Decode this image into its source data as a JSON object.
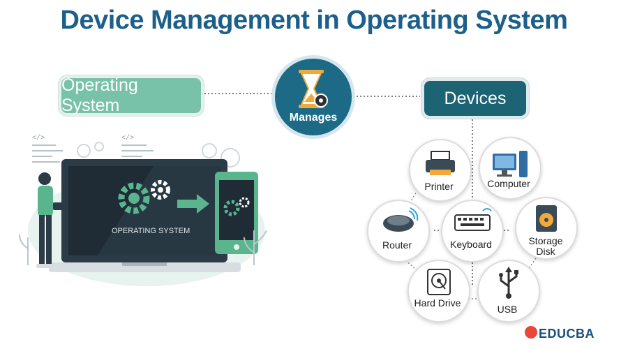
{
  "title": "Device Management in Operating System",
  "left_pill": {
    "label": "Operating System"
  },
  "center": {
    "label": "Manages"
  },
  "right_pill": {
    "label": "Devices"
  },
  "screen_text": "OPERATING SYSTEM",
  "code_tags": [
    "</>",
    "</>"
  ],
  "devices": [
    {
      "label": "Printer",
      "icon": "printer-icon"
    },
    {
      "label": "Computer",
      "icon": "computer-icon"
    },
    {
      "label": "Router",
      "icon": "router-icon"
    },
    {
      "label": "Keyboard",
      "icon": "keyboard-icon"
    },
    {
      "label": "Storage Disk",
      "icon": "storage-disk-icon"
    },
    {
      "label": "Hard Drive",
      "icon": "hard-drive-icon"
    },
    {
      "label": "USB",
      "icon": "usb-icon"
    }
  ],
  "logo": {
    "text": "EDUCBA"
  },
  "colors": {
    "title": "#1b5f8a",
    "os_pill": "#79c2aa",
    "devices_pill": "#1c6474",
    "manages": "#1d6a86",
    "accent_green": "#5ab58f"
  }
}
